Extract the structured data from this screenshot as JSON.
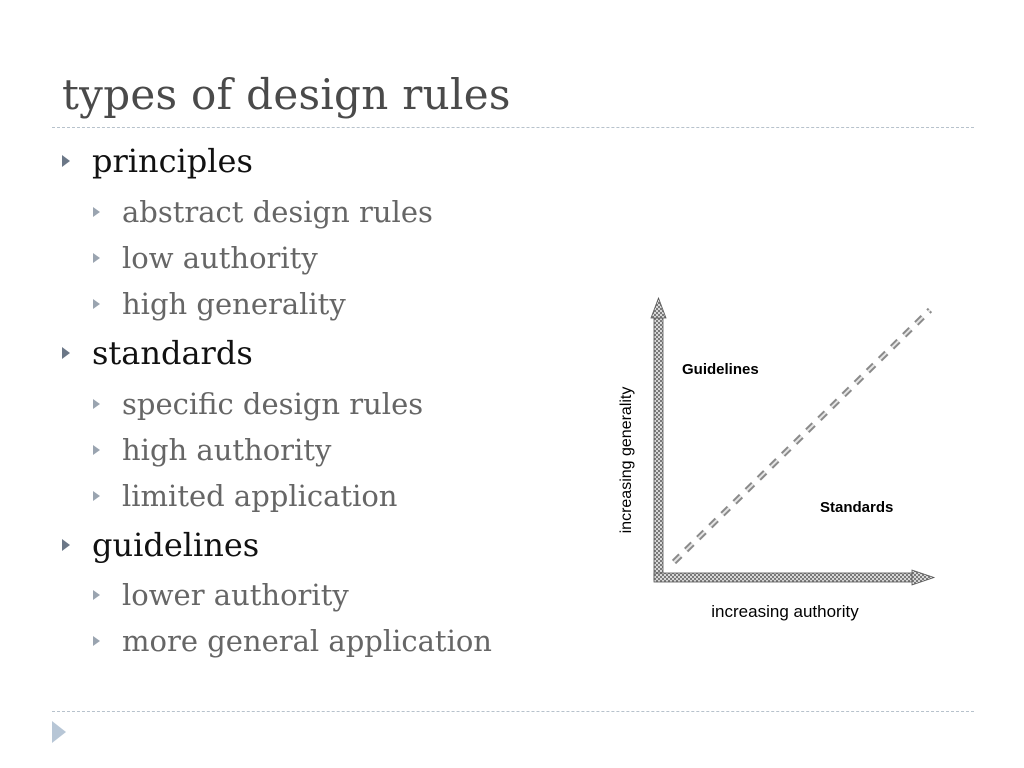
{
  "slide": {
    "title": "types of design rules"
  },
  "bullets": [
    {
      "label": "principles",
      "items": [
        "abstract design rules",
        "low authority",
        "high generality"
      ]
    },
    {
      "label": "standards",
      "items": [
        "specific design rules",
        "high authority",
        "limited application"
      ]
    },
    {
      "label": "guidelines",
      "items": [
        "lower authority",
        "more general application"
      ]
    }
  ],
  "diagram": {
    "y_axis_label": "increasing generality",
    "x_axis_label": "increasing authority",
    "region_upper_label": "Guidelines",
    "region_lower_label": "Standards"
  },
  "colors": {
    "title": "#4a4a4a",
    "level1_text": "#111111",
    "level2_text": "#666666",
    "bullet_marker": "#6b7787",
    "rule": "#b7c2cc"
  },
  "icons": {
    "bullet": "triangle-right-icon",
    "nav": "triangle-right-icon"
  }
}
